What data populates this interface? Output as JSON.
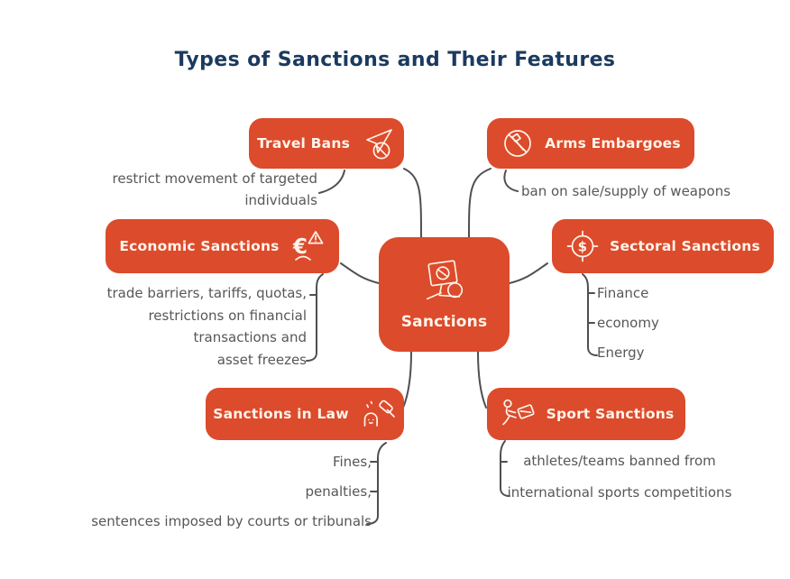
{
  "title": "Types of Sanctions and Their Features",
  "colors": {
    "background": "#ffffff",
    "node": "#dc4b2b",
    "node_text": "#fff4ec",
    "title": "#1b3a5f",
    "note_text": "#575757",
    "connector": "#4f4f4f"
  },
  "center": {
    "label": "Sanctions",
    "icon": "protest-sign-icon"
  },
  "branches": [
    {
      "id": "travel-bans",
      "label": "Travel Bans",
      "icon": "plane-ban-icon",
      "notes": [
        "restrict movement of targeted",
        "individuals"
      ]
    },
    {
      "id": "arms-embargoes",
      "label": "Arms Embargoes",
      "icon": "no-weapons-icon",
      "notes": [
        "ban on sale/supply of weapons"
      ]
    },
    {
      "id": "economic-sanctions",
      "label": "Economic Sanctions",
      "icon": "euro-warning-icon",
      "notes": [
        "trade barriers, tariffs, quotas,",
        "restrictions on financial",
        "transactions and",
        "asset freezes"
      ]
    },
    {
      "id": "sectoral-sanctions",
      "label": "Sectoral Sanctions",
      "icon": "target-dollar-icon",
      "notes": [
        "Finance",
        "economy",
        "Energy"
      ]
    },
    {
      "id": "sanctions-in-law",
      "label": "Sanctions in Law",
      "icon": "gavel-person-icon",
      "notes": [
        "Fines,",
        "penalties,",
        "sentences imposed by courts or tribunals"
      ]
    },
    {
      "id": "sport-sanctions",
      "label": "Sport Sanctions",
      "icon": "runner-card-icon",
      "notes": [
        "athletes/teams banned from",
        "international sports competitions"
      ]
    }
  ]
}
